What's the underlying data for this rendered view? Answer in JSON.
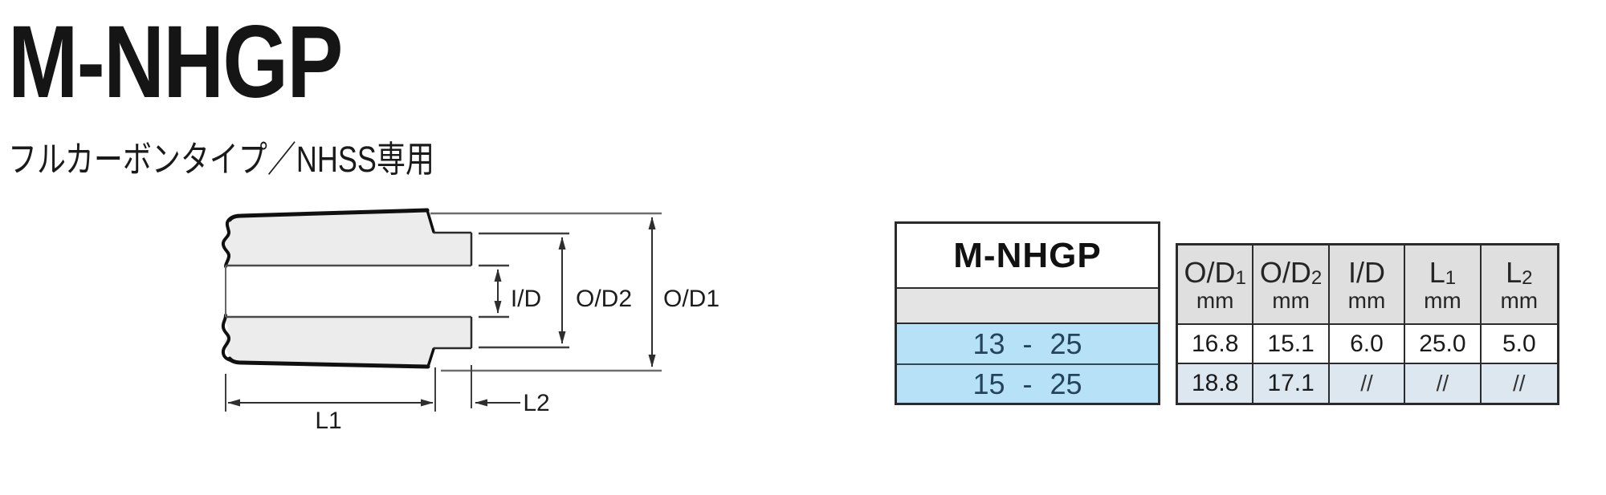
{
  "page": {
    "title": "M-NHGP",
    "subtitle": "フルカーボンタイプ／NHSS専用"
  },
  "diagram": {
    "inner_diameter_label": "I/D",
    "outer_diameter2_label": "O/D2",
    "outer_diameter1_label": "O/D1",
    "length1_label": "L1",
    "length2_label": "L2"
  },
  "spec_table": {
    "model_header": "M-NHGP",
    "model_sizes": [
      "13 - 25",
      "15 - 25"
    ],
    "columns": [
      {
        "label": "O/D",
        "sub": "1",
        "unit": "mm"
      },
      {
        "label": "O/D",
        "sub": "2",
        "unit": "mm"
      },
      {
        "label": "I/D",
        "sub": "",
        "unit": "mm"
      },
      {
        "label": "L",
        "sub": "1",
        "unit": "mm"
      },
      {
        "label": "L",
        "sub": "2",
        "unit": "mm"
      }
    ],
    "rows": [
      [
        "16.8",
        "15.1",
        "6.0",
        "25.0",
        "5.0"
      ],
      [
        "18.8",
        "17.1",
        "//",
        "//",
        "//"
      ]
    ]
  },
  "colors": {
    "row_blue": "#b7e1f6",
    "header_gray": "#dfdfdf",
    "alt_row_blue": "#dde7f0",
    "band_gray": "#e4e4e4",
    "border_dark": "#2b2b2b",
    "text_navy": "#24435c"
  }
}
